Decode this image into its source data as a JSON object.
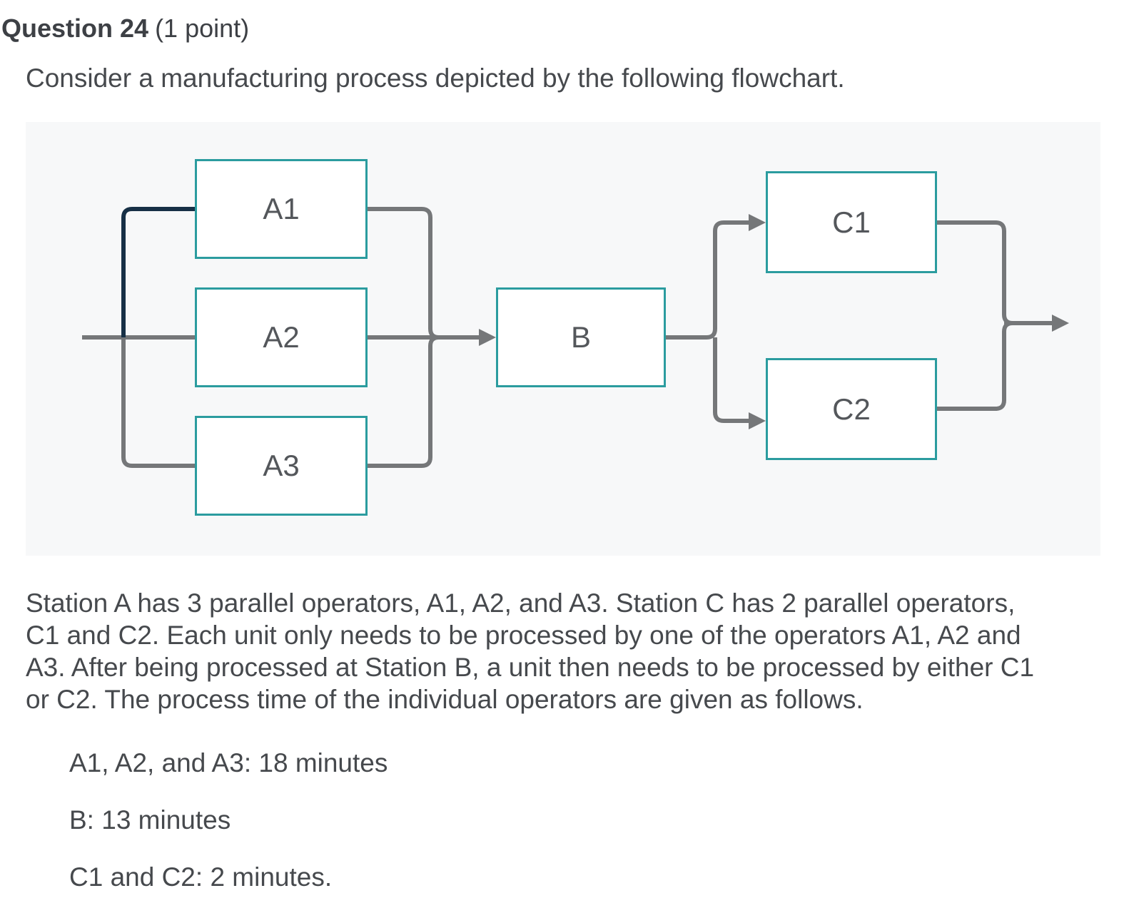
{
  "header": {
    "title": "Question 24",
    "points": "(1 point)"
  },
  "intro": "Consider a manufacturing process depicted by the following flowchart.",
  "flowchart": {
    "nodes": [
      {
        "id": "A1",
        "label": "A1"
      },
      {
        "id": "A2",
        "label": "A2"
      },
      {
        "id": "A3",
        "label": "A3"
      },
      {
        "id": "B",
        "label": "B"
      },
      {
        "id": "C1",
        "label": "C1"
      },
      {
        "id": "C2",
        "label": "C2"
      }
    ],
    "structure": "input splits to parallel operators A1, A2, A3; their outputs merge into B; B splits to parallel operators C1, C2; their outputs merge to the exit arrow"
  },
  "paragraph": "Station A has 3 parallel operators, A1, A2, and A3. Station C has 2 parallel operators, C1 and C2. Each unit only needs to be processed by one of the operators A1, A2 and A3. After being processed at Station B, a unit then needs to be processed by either C1 or C2. The process time of the individual operators are given as follows.",
  "process_times": [
    "A1, A2, and A3: 18 minutes",
    "B: 13 minutes",
    "C1 and C2: 2 minutes."
  ],
  "colors": {
    "teal": "#2b9c9f",
    "line-gray": "#757779",
    "line-navy": "#173046",
    "panel-bg": "#f7f8f9",
    "title-color": "#3d4045",
    "body-color": "#46494d",
    "label-color": "#54575b"
  }
}
